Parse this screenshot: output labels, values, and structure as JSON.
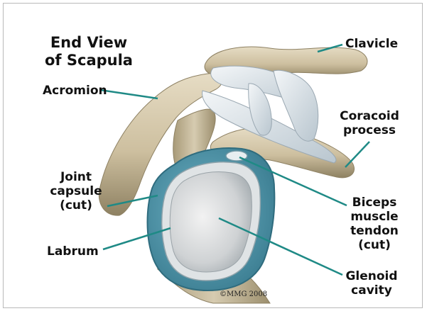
{
  "heading": {
    "line1": "End View",
    "line2": "of Scapula"
  },
  "labels": {
    "clavicle": "Clavicle",
    "acromion": "Acromion",
    "coracoid_line1": "Coracoid",
    "coracoid_line2": "process",
    "joint_capsule_line1": "Joint",
    "joint_capsule_line2": "capsule",
    "joint_capsule_line3": "(cut)",
    "biceps_line1": "Biceps",
    "biceps_line2": "muscle",
    "biceps_line3": "tendon",
    "biceps_line4": "(cut)",
    "labrum": "Labrum",
    "glenoid_line1": "Glenoid",
    "glenoid_line2": "cavity"
  },
  "copyright": "©MMG 2008",
  "colors": {
    "leader_line": "#1f8a86",
    "bone": "#d8cdb2",
    "capsule": "#5ea2b4",
    "ligament": "#dfe6ea"
  }
}
